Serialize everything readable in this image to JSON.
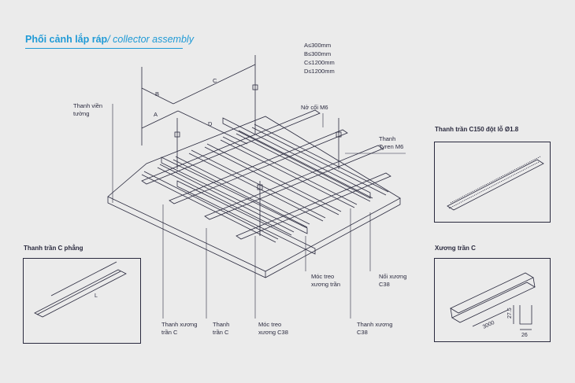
{
  "title": {
    "vi": "Phối cảnh lắp ráp",
    "en": "/ collector assembly"
  },
  "specs": [
    "A≤300mm",
    "B≤300mm",
    "C≤1200mm",
    "D≤1200mm"
  ],
  "dims": {
    "a": "A",
    "b": "B",
    "c": "C",
    "d": "D"
  },
  "labels": {
    "wall_edge": "Thanh viền\ntường",
    "nut": "Nở cối M6",
    "rod": "Thanh\nTyren M6",
    "hook_c": "Móc treo\nxương trần",
    "joint_c38": "Nối xương\nC38",
    "frame_c": "Thanh xương\ntrần C",
    "bar_c": "Thanh\ntrần C",
    "hook_c38": "Móc treo\nxương C38",
    "frame_c38": "Thanh xương\nC38"
  },
  "boxes": {
    "c150_title": "Thanh trần C150 đột lỗ Ø1.8",
    "flat_title": "Thanh trần C phẳng",
    "flat_dim": "L",
    "frame_title": "Xương trần C",
    "frame_len": "3000",
    "frame_h": "27.5",
    "frame_w": "26"
  },
  "colors": {
    "line": "#2a2a3e",
    "accent": "#1f9ad6",
    "background": "#ebebeb"
  }
}
